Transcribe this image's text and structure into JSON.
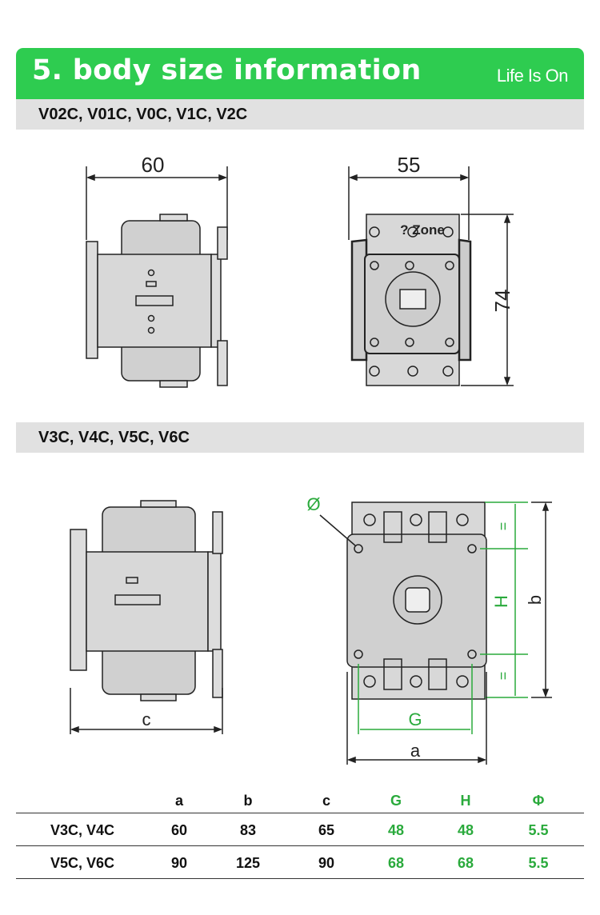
{
  "header": {
    "title": "5. body size information",
    "logo": "Life Is On"
  },
  "section1": {
    "title": "V02C, V01C, V0C, V1C, V2C",
    "dims": {
      "width_side": "60",
      "width_front": "55",
      "height_front": "74"
    },
    "overlay": "? Zone"
  },
  "section2": {
    "title": "V3C, V4C, V5C, V6C",
    "dims": {
      "c": "c",
      "a": "a",
      "G": "G",
      "H": "H",
      "b": "b",
      "phi": "Ø",
      "eq1": "=",
      "eq2": "="
    }
  },
  "table": {
    "headers": [
      "",
      "a",
      "b",
      "c",
      "G",
      "H",
      "Φ"
    ],
    "rows": [
      [
        "V3C, V4C",
        "60",
        "83",
        "65",
        "48",
        "48",
        "5.5"
      ],
      [
        "V5C, V6C",
        "90",
        "125",
        "90",
        "68",
        "68",
        "5.5"
      ]
    ]
  },
  "colors": {
    "green": "#2ecc50",
    "green_text": "#2aaa3c",
    "band": "#e1e1e1"
  }
}
